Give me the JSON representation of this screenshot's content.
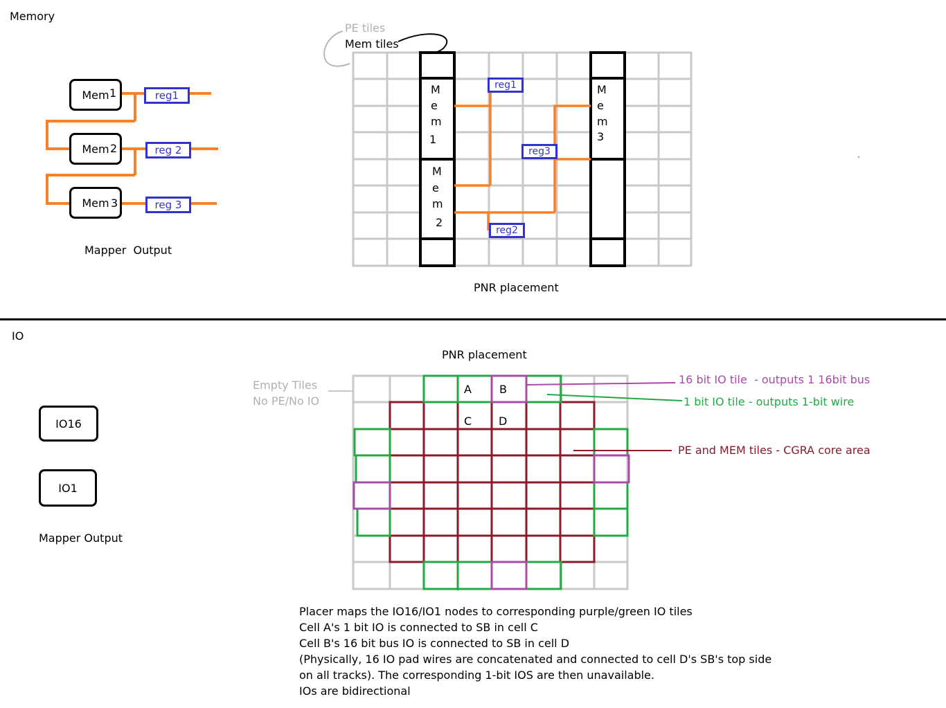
{
  "memory_section": {
    "title": "Memory",
    "mapper": {
      "mems": [
        "Mem",
        "Mem",
        "Mem"
      ],
      "mem_nums": [
        "1",
        "2",
        "3"
      ],
      "regs": [
        "reg1",
        "reg 2",
        "reg 3"
      ],
      "caption": "Mapper  Output"
    },
    "pnr": {
      "legend_pe": "PE tiles",
      "legend_mem": "Mem tiles",
      "mem1_letters": [
        "M",
        "e",
        "m",
        "1"
      ],
      "mem2_letters": [
        "M",
        "e",
        "m",
        "2"
      ],
      "mem3_letters": [
        "M",
        "e",
        "m",
        "3"
      ],
      "regs": [
        "reg1",
        "reg3",
        "reg2"
      ],
      "caption": "PNR placement"
    }
  },
  "io_section": {
    "title": "IO",
    "mapper": {
      "nodes": [
        "IO16",
        "IO1"
      ],
      "caption": "Mapper Output"
    },
    "pnr": {
      "caption": "PNR placement",
      "cells": [
        "A",
        "B",
        "C",
        "D"
      ],
      "empty_tiles_line1": "Empty Tiles",
      "empty_tiles_line2": "No PE/No IO",
      "legend_16bit": "16 bit IO tile  - outputs 1 16bit bus",
      "legend_1bit": "1 bit IO tile - outputs 1-bit wire",
      "legend_core": "PE and MEM tiles - CGRA core area"
    },
    "notes": [
      "Placer maps the IO16/IO1 nodes to corresponding purple/green IO tiles",
      "Cell A's 1 bit IO is connected to SB in cell C",
      "Cell B's 16 bit bus IO is connected to SB in cell D",
      "(Physically, 16 IO pad wires are concatenated and connected to cell D's SB's top side",
      "on all tracks). The corresponding 1-bit IOS are then unavailable.",
      "IOs are bidirectional"
    ]
  },
  "colors": {
    "wire": "#f5822a",
    "reg": "#3333cc",
    "grid": "#c8c8c8",
    "core": "#8b1a2b",
    "io1": "#22aa44",
    "io16": "#a64ca6",
    "muted": "#b0b0b0"
  }
}
